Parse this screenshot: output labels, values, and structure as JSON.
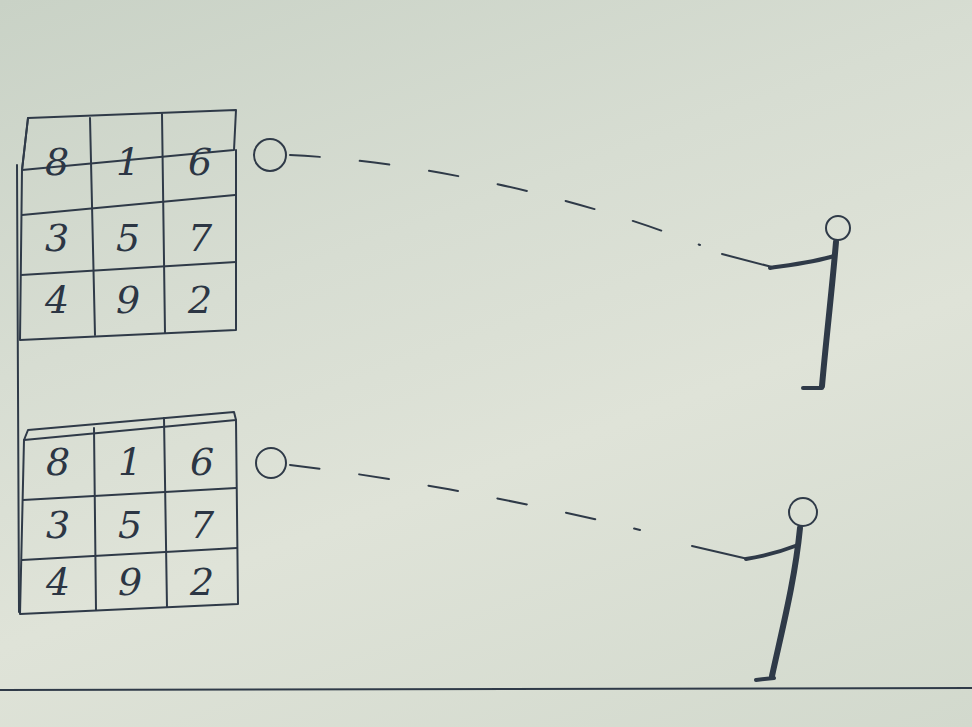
{
  "diagram": {
    "labels": [
      "8",
      "1",
      "6",
      "3",
      "5",
      "7",
      "4",
      "9",
      "2",
      "8",
      "1",
      "6",
      "3",
      "5",
      "7",
      "4",
      "9",
      "2"
    ]
  }
}
